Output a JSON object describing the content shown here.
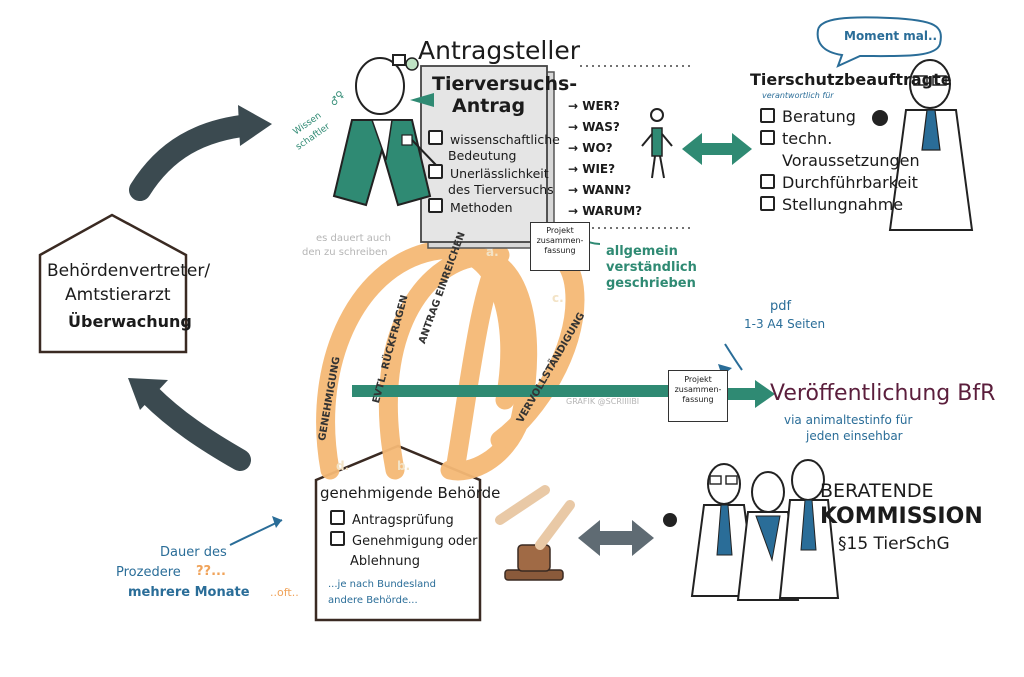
{
  "applicant": {
    "title": "Antragsteller",
    "scientist_label_1": "Wissen",
    "scientist_label_2": "schaftler",
    "gender_marks": "♂♀",
    "caption_1": "es dauert auch",
    "caption_2": "den zu schreiben"
  },
  "application": {
    "title_1": "Tierversuchs-",
    "title_2": "Antrag",
    "items": [
      "wissenschaftliche",
      "Bedeutung",
      "Unerlässlichkeit",
      "des Tierversuchs",
      "Methoden"
    ]
  },
  "questions": [
    "WER?",
    "WAS?",
    "WO?",
    "WIE?",
    "WANN?",
    "WARUM?"
  ],
  "summary_card": {
    "line1": "Projekt",
    "line2": "zusammen-",
    "line3": "fassung"
  },
  "summary_note": [
    "allgemein",
    "verständlich",
    "geschrieben"
  ],
  "officer": {
    "speech": "Moment mal..",
    "title": "Tierschutzbeauftragte",
    "responsible": "verantwortlich für",
    "items": [
      "Beratung",
      "techn.",
      "Voraussetzungen",
      "Durchführbarkeit",
      "Stellungnahme"
    ]
  },
  "authority_house": {
    "line1": "Behördenvertreter/",
    "line2": "Amtstierarzt",
    "line3": "Überwachung"
  },
  "loops": {
    "a_label": "a.",
    "a_text": "ANTRAG EINREICHEN",
    "b_label": "b.",
    "b_text": "EVTL. RÜCKFRAGEN",
    "c_label": "c.",
    "c_text": "VERVOLLSTÄNDIGUNG",
    "d_label": "d.",
    "d_text": "GENEHMIGUNG"
  },
  "publication": {
    "pdf_note_1": "pdf",
    "pdf_note_2": "1-3 A4 Seiten",
    "card_line1": "Projekt",
    "card_line2": "zusammen-",
    "card_line3": "fassung",
    "title": "Veröffentlichung BfR",
    "sub_1": "via animaltestinfo für",
    "sub_2": "jeden einsehbar",
    "watermark": "GRAFIK @SCRIIIIBI"
  },
  "approving": {
    "title": "genehmigende Behörde",
    "items": [
      "Antragsprüfung",
      "Genehmigung oder",
      "Ablehnung"
    ],
    "footnote_1": "...je nach Bundesland",
    "footnote_2": "andere Behörde..."
  },
  "duration": {
    "line1": "Dauer des",
    "line2": "Prozedere",
    "marks": "??...",
    "line3": "mehrere Monate",
    "tail": "..oft.."
  },
  "commission": {
    "line1": "BERATENDE",
    "line2": "KOMMISSION",
    "line3": "§15 TierSchG"
  },
  "colors": {
    "green": "#2f8a73",
    "blue": "#2a6d98",
    "orange": "#f5b976",
    "dark": "#3b4a50",
    "grey_arrow": "#5f6b73"
  }
}
